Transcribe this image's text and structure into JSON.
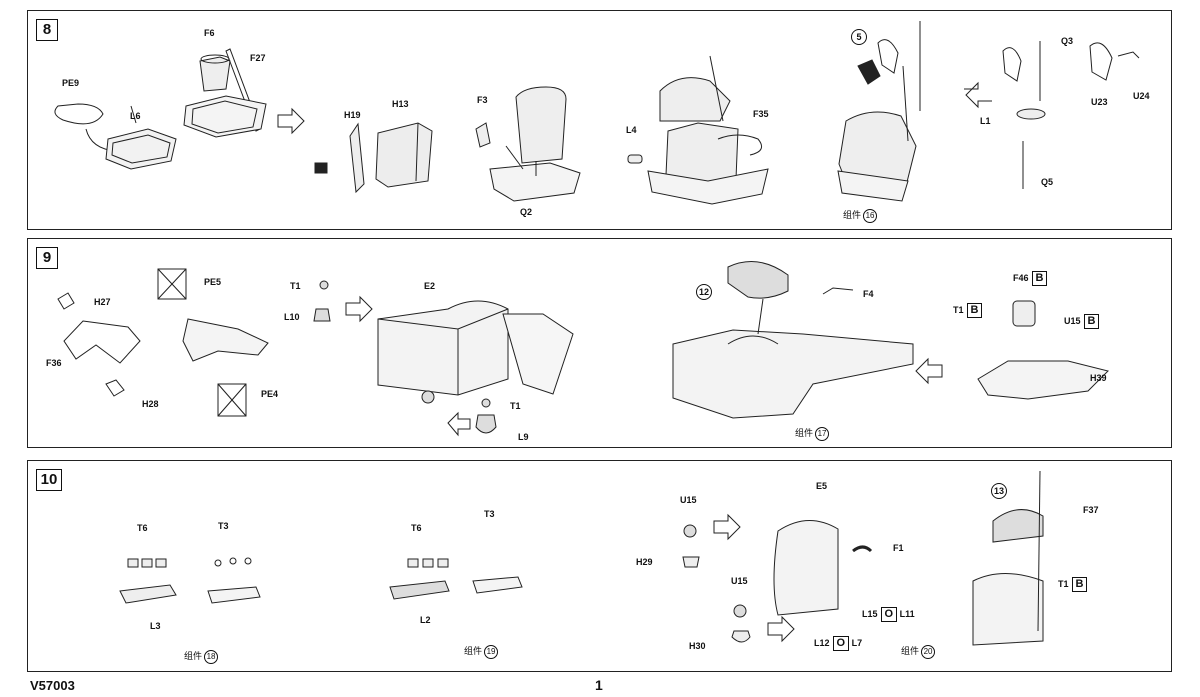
{
  "step8": {
    "number": "8",
    "labels": {
      "pe9": "PE9",
      "l6": "L6",
      "f6": "F6",
      "f27": "F27",
      "h19": "H19",
      "h13": "H13",
      "f3": "F3",
      "q2": "Q2",
      "l4": "L4",
      "f35": "F35",
      "c5": "5",
      "q3": "Q3",
      "l1": "L1",
      "u23": "U23",
      "u24": "U24",
      "q5": "Q5"
    },
    "assembly": {
      "text": "组件",
      "num": "16"
    }
  },
  "step9": {
    "number": "9",
    "labels": {
      "h27": "H27",
      "pe5": "PE5",
      "f36": "F36",
      "h28": "H28",
      "pe4": "PE4",
      "t1a": "T1",
      "l10": "L10",
      "e2": "E2",
      "t1b": "T1",
      "l9": "L9",
      "c12": "12",
      "f4": "F4",
      "f46": "F46",
      "t1c": "T1",
      "u15": "U15",
      "h39": "H39"
    },
    "boxes": {
      "b1": "B",
      "b2": "B",
      "b3": "B"
    },
    "assembly": {
      "text": "组件",
      "num": "17"
    }
  },
  "step10": {
    "number": "10",
    "labels": {
      "t6a": "T6",
      "t3a": "T3",
      "l3": "L3",
      "t6b": "T6",
      "t3b": "T3",
      "l2": "L2",
      "u15a": "U15",
      "h29": "H29",
      "u15b": "U15",
      "h30": "H30",
      "e5": "E5",
      "f1": "F1",
      "l15": "L15",
      "l11": "L11",
      "l12": "L12",
      "l7": "L7",
      "c13": "13",
      "f37": "F37",
      "t1": "T1"
    },
    "boxes": {
      "o1": "O",
      "o2": "O",
      "b": "B"
    },
    "assemblies": [
      {
        "text": "组件",
        "num": "18"
      },
      {
        "text": "组件",
        "num": "19"
      },
      {
        "text": "组件",
        "num": "20"
      }
    ]
  },
  "footer": {
    "code": "V57003",
    "page": "1"
  }
}
